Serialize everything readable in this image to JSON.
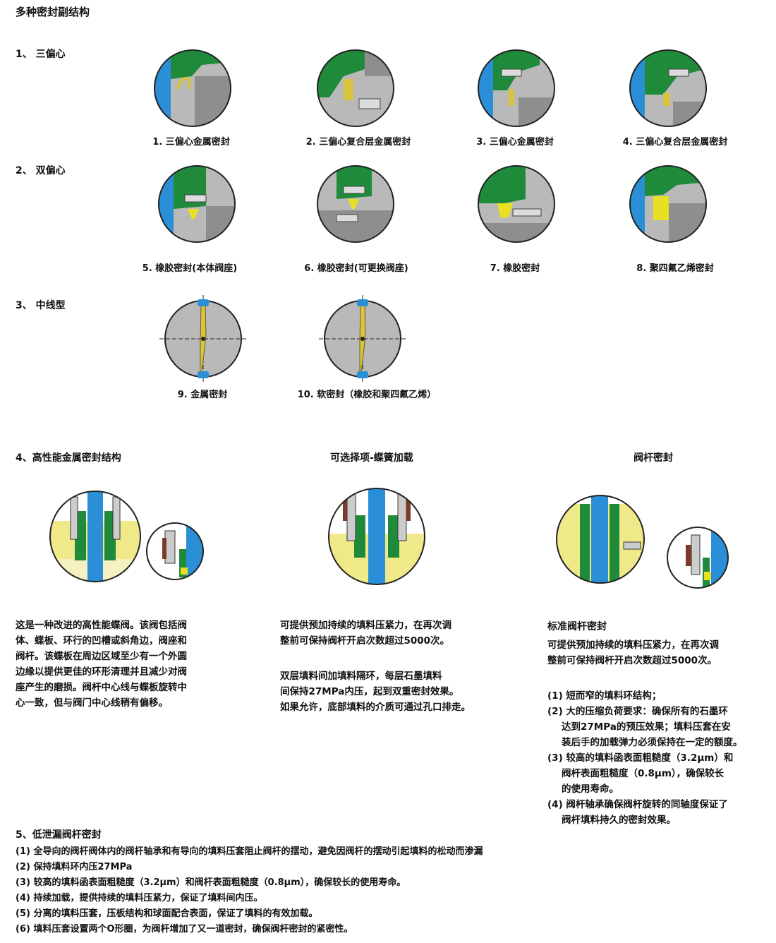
{
  "title": "多种密封副结构",
  "s1": {
    "heading": "1、 三偏心",
    "captions": [
      "1. 三偏心金属密封",
      "2. 三偏心复合层金属密封",
      "3. 三偏心金属密封",
      "4. 三偏心复合层金属密封"
    ]
  },
  "s2": {
    "heading": "2、 双偏心",
    "captions": [
      "5. 橡胶密封(本体阀座)",
      "6. 橡胶密封(可更换阀座)",
      "7. 橡胶密封",
      "8. 聚四氟乙烯密封"
    ]
  },
  "s3": {
    "heading": "3、 中线型",
    "captions": [
      "9. 金属密封",
      "10. 软密封（橡胶和聚四氟乙烯）"
    ]
  },
  "s4": {
    "heading": "4、高性能金属密封结构",
    "col2_heading": "可选择项-蝶簧加载",
    "col3_heading": "阀杆密封",
    "col1_text": [
      "这是一种改进的高性能蝶阀。该阀包括阀",
      "体、蝶板、环行的凹槽或斜角边，阀座和",
      "阀杆。该蝶板在周边区域至少有一个外圆",
      "边缘以提供更佳的环形清理并且减少对阀",
      "座产生的磨损。阀杆中心线与蝶板旋转中",
      "心一致，但与阀门中心线稍有偏移。"
    ],
    "col2_text_a": [
      "可提供预加持续的填料压紧力，在再次调",
      "整前可保持阀杆开启次数超过5000次。"
    ],
    "col2_text_b": [
      "双层填料间加填料隔环，每层石墨填料",
      "间保持27MPa内压，起到双重密封效果。",
      "如果允许，底部填料的介质可通过孔口排走。"
    ],
    "col3_subheading": "标准阀杆密封",
    "col3_text": [
      "可提供预加持续的填料压紧力，在再次调",
      "整前可保持阀杆开启次数超过5000次。"
    ],
    "col3_list": [
      "(1) 短而窄的填料环结构；",
      "(2) 大的压缩负荷要求：确保所有的石墨环",
      "达到27MPa的预压效果；填料压套在安",
      "装后手的加载弹力必须保持在一定的额度。",
      "(3) 较高的填料函表面粗糙度（3.2μm）和",
      "阀杆表面粗糙度（0.8μm），确保较长",
      "的使用寿命。",
      "(4) 阀杆轴承确保阀杆旋转的同轴度保证了",
      "阀杆填料持久的密封效果。"
    ]
  },
  "s5": {
    "heading": "5、低泄漏阀杆密封",
    "items": [
      "(1) 全导向的阀杆阀体内的阀杆轴承和有导向的填料压套阻止阀杆的摆动，避免因阀杆的摆动引起填料的松动而渗漏",
      "(2) 保持填料环内压27MPa",
      "(3) 较高的填料函表面粗糙度（3.2μm）和阀杆表面粗糙度（0.8μm），确保较长的使用寿命。",
      "(4) 持续加载，提供持续的填料压紧力，保证了填料间内压。",
      "(5) 分离的填料压套，压板结构和球面配合表面，保证了填料的有效加载。",
      "(6) 填料压套设置两个O形圈，为阀杆增加了又一道密封，确保阀杆密封的紧密性。"
    ]
  },
  "colors": {
    "green": "#1f8a3a",
    "blue": "#2a8fd6",
    "gray": "#9a9a9a",
    "yellow": "#efe98a",
    "light": "#f3f0b8"
  }
}
